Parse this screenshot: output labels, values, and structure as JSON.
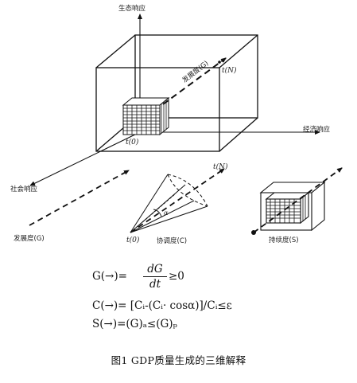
{
  "axes": {
    "ecology": "生态响应",
    "economy": "经济响应",
    "society": "社会响应"
  },
  "cube": {
    "development_label": "发展度(G)",
    "t0": "t(0)",
    "tN": "t(N)"
  },
  "lower": {
    "development": "发展度(G)",
    "coordination": "协调度(C)",
    "sustainability": "持续度(S)",
    "t0": "t(0)",
    "tN": "t(N)",
    "alpha": "α"
  },
  "formulas": {
    "g_lhs": "G(→)=",
    "g_num": "dG",
    "g_den": "dt",
    "g_rhs": "≥0",
    "c": "C(→)= [Cᵢ-(Cᵢ· cosα)]/Cᵢ≤ε",
    "s": "S(→)=(G)ₐ≤(G)ₚ"
  },
  "caption": "图1  GDP质量生成的三维解释"
}
